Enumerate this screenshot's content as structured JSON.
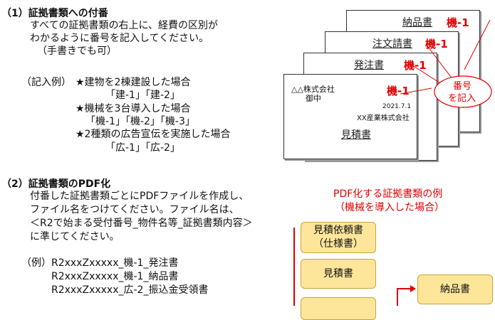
{
  "section1": {
    "heading": "（1）証拠書類への付番",
    "lines": [
      "すべての証拠書類の右上に、経費の区別が",
      "わかるように番号を記入してください。",
      "（手書きでも可）"
    ],
    "example_label": "（記入例）",
    "examples": [
      {
        "title": "★建物を2棟建設した場合",
        "values": "「建-1」「建-2」"
      },
      {
        "title": "★機械を3台導入した場合",
        "values": "「機-1」「機-2」「機-3」"
      },
      {
        "title": "★2種類の広告宣伝を実施した場合",
        "values": "「広-1」「広-2」"
      }
    ]
  },
  "illustration": {
    "cards": [
      {
        "label": "納品書",
        "number": "機-1"
      },
      {
        "label": "注文請書",
        "number": "機-1"
      },
      {
        "label": "発注書",
        "number": "機-1"
      }
    ],
    "front": {
      "company": "△△株式会社",
      "to": "御中",
      "number": "機-1",
      "date": "2021.7.1",
      "issuer": "XX産業株式会社",
      "label": "見積書"
    },
    "callout": [
      "番号",
      "を記入"
    ]
  },
  "section2": {
    "heading": "（2）証拠書類のPDF化",
    "lines": [
      "付番した証拠書類ごとにPDFファイルを作成し、",
      "ファイル名をつけてください。ファイル名は、",
      "＜R2で始まる受付番号_物件名等_証拠書類内容＞",
      "に準じてください。"
    ],
    "example_label": "（例）",
    "examples": [
      "R2xxxZxxxxx_機-1_発注書",
      "R2xxxZxxxxx_機-1_納品書",
      "R2xxxZxxxxx_広-2_振込金受領書"
    ]
  },
  "pdf_example": {
    "title": [
      "PDF化する証拠書類の例",
      "（機械を導入した場合）"
    ],
    "boxes": [
      [
        "見積依頼書",
        "（仕様書）"
      ],
      [
        "見積書"
      ],
      [
        "納品書"
      ]
    ]
  },
  "colors": {
    "accent_red": "#e00000",
    "box_fill": "#fde69a"
  }
}
